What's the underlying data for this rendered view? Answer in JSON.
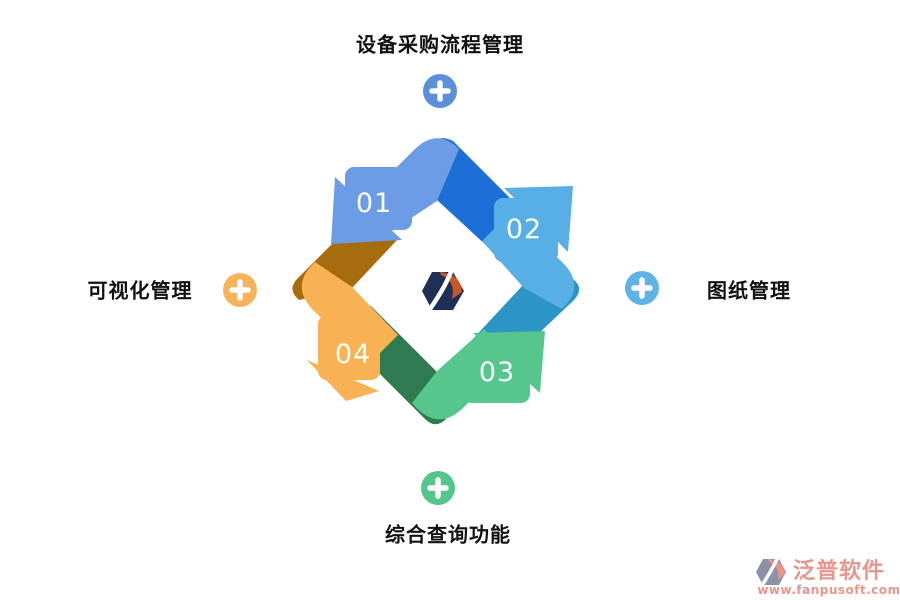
{
  "diagram": {
    "title_hint": "4-step circular process diagram",
    "nodes": [
      {
        "position": "top",
        "label": "设备采购流程管理",
        "plus_color": "#5C8FD9"
      },
      {
        "position": "right",
        "label": "图纸管理",
        "plus_color": "#5FB3E6"
      },
      {
        "position": "bottom",
        "label": "综合查询功能",
        "plus_color": "#54C58D"
      },
      {
        "position": "left",
        "label": "可视化管理",
        "plus_color": "#F6B35B"
      }
    ],
    "steps": [
      {
        "num": "01",
        "color": "#6B9CE5",
        "fold_color": "#1B6FD6"
      },
      {
        "num": "02",
        "color": "#58AFE5",
        "fold_color": "#2B95C6"
      },
      {
        "num": "03",
        "color": "#57C68D",
        "fold_color": "#2E7B51"
      },
      {
        "num": "04",
        "color": "#F8B254",
        "fold_color": "#A76C0D"
      }
    ],
    "number_color": "#ffffff",
    "logo_colors": {
      "hex": "#1F3057",
      "swoosh": "#CC5526"
    }
  },
  "watermark": {
    "brand": "泛普软件",
    "url": "www.fanpusoft.com",
    "color": "#E8968C",
    "glyph_color": "#8C90A9"
  }
}
